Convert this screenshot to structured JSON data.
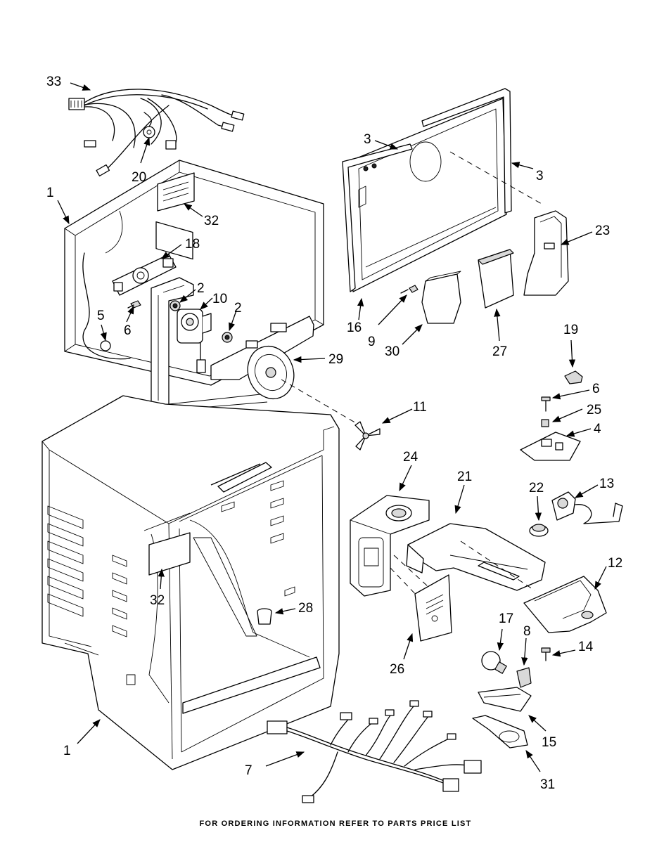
{
  "callouts": [
    "33",
    "20",
    "1",
    "32",
    "18",
    "2",
    "10",
    "2",
    "6",
    "5",
    "29",
    "3",
    "3",
    "23",
    "16",
    "9",
    "30",
    "27",
    "19",
    "6",
    "25",
    "4",
    "11",
    "24",
    "21",
    "22",
    "13",
    "12",
    "32",
    "28",
    "17",
    "8",
    "14",
    "26",
    "15",
    "1",
    "7",
    "31"
  ],
  "footer": "FOR ORDERING INFORMATION REFER TO PARTS PRICE LIST"
}
